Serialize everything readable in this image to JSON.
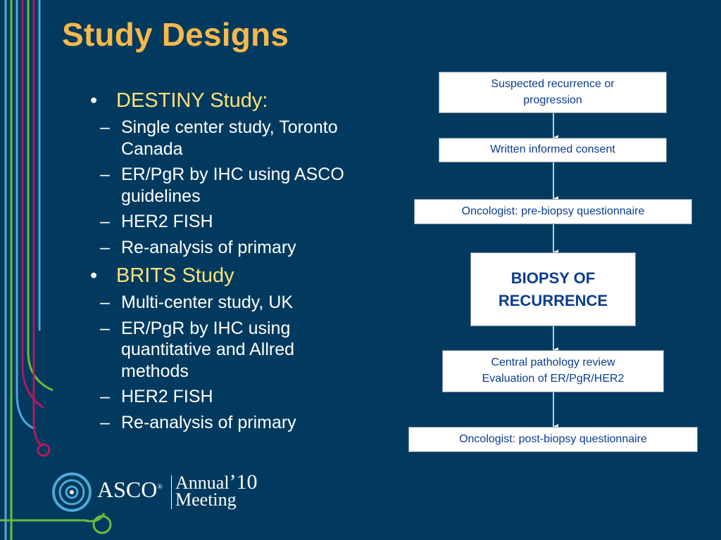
{
  "slide": {
    "title": "Study Designs",
    "bullets": [
      {
        "heading": "DESTINY Study:",
        "items": [
          "Single center study, Toronto Canada",
          "ER/PgR by IHC using ASCO guidelines",
          "HER2 FISH",
          "Re-analysis of primary"
        ]
      },
      {
        "heading": "BRITS Study",
        "items": [
          "Multi-center study, UK",
          "ER/PgR by IHC using quantitative and Allred methods",
          "HER2 FISH",
          "Re-analysis of primary"
        ]
      }
    ]
  },
  "flowchart": {
    "steps": [
      "Suspected recurrence or\nprogression",
      "Written informed consent",
      "Oncologist: pre-biopsy questionnaire",
      "BIOPSY OF\nRECURRENCE",
      "Central pathology review\nEvaluation of ER/PgR/HER2",
      "Oncologist: post-biopsy questionnaire"
    ]
  },
  "logo": {
    "org": "ASCO",
    "registered": "®",
    "event_line1": "Annual",
    "event_year": "’10",
    "event_line2": "Meeting"
  },
  "colors": {
    "background": "#013a5e",
    "title": "#f7b84b",
    "heading": "#ffe17a",
    "box_text": "#0b3c8f",
    "deco_blue": "#4fa8d8",
    "deco_green": "#6bbd3c",
    "deco_magenta": "#b0185f"
  }
}
